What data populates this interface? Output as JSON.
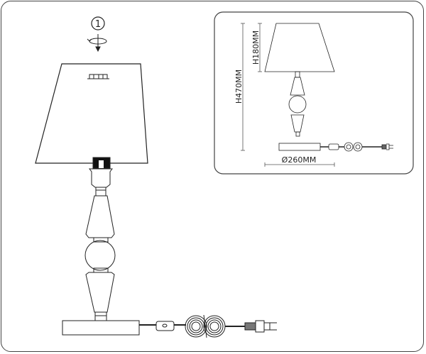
{
  "diagram": {
    "type": "table lamp assembly instruction",
    "step": {
      "number": "1",
      "action": "rotate-to-attach"
    },
    "dimensions": {
      "total_height": "H470MM",
      "shade_height": "H180MM",
      "base_diameter": "Ø260MM"
    },
    "colors": {
      "line": "#222222",
      "frame": "#444444",
      "background": "#ffffff"
    }
  }
}
